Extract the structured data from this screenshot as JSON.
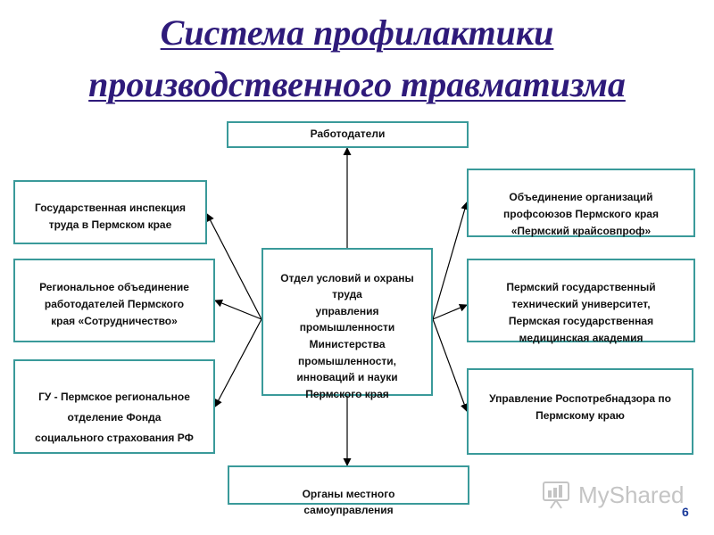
{
  "title": {
    "line1": "Система профилактики",
    "line2": "производственного травматизма"
  },
  "nodes": {
    "top": "Работодатели",
    "center": "Отдел условий и охраны\nтруда\nуправления\nпромышленности\nМинистерства\nпромышленности,\nинноваций и науки\nПермского края",
    "bottom": "Органы местного\nсамоуправления",
    "left1": "Государственная инспекция\nтруда в Пермском крае",
    "left2": "Региональное объединение\nработодателей Пермского\nкрая «Сотрудничество»",
    "left3": "ГУ - Пермское региональное\nотделение Фонда\nсоциального страхования РФ",
    "right1": "Объединение организаций\nпрофсоюзов Пермского края\n«Пермский крайсовпроф»",
    "right2": "Пермский государственный\nтехнический университет,\nПермская государственная\nмедицинская академия",
    "right3": "Управление Роспотребнадзора по\nПермскому краю"
  },
  "watermark": {
    "text": "MyShared",
    "icon": "myshared-logo-icon"
  },
  "slide_number": "6",
  "colors": {
    "title": "#2e1a7a",
    "border": "#3a9a9a",
    "arrow": "#000000"
  }
}
